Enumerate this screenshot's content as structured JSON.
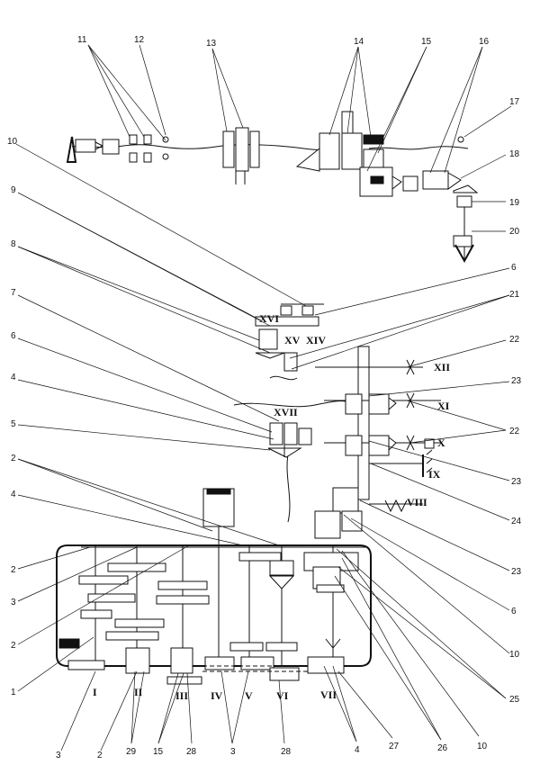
{
  "callouts": [
    {
      "id": "c11",
      "text": "11"
    },
    {
      "id": "c12",
      "text": "12"
    },
    {
      "id": "c13",
      "text": "13"
    },
    {
      "id": "c14",
      "text": "14"
    },
    {
      "id": "c15a",
      "text": "15"
    },
    {
      "id": "c16",
      "text": "16"
    },
    {
      "id": "c17",
      "text": "17"
    },
    {
      "id": "c18",
      "text": "18"
    },
    {
      "id": "c19",
      "text": "19"
    },
    {
      "id": "c20",
      "text": "20"
    },
    {
      "id": "c10a",
      "text": "10"
    },
    {
      "id": "c9",
      "text": "9"
    },
    {
      "id": "c8",
      "text": "8"
    },
    {
      "id": "c6a",
      "text": "6"
    },
    {
      "id": "c21",
      "text": "21"
    },
    {
      "id": "c7",
      "text": "7"
    },
    {
      "id": "c22a",
      "text": "22"
    },
    {
      "id": "c6b",
      "text": "6"
    },
    {
      "id": "c23a",
      "text": "23"
    },
    {
      "id": "c4a",
      "text": "4"
    },
    {
      "id": "c22b",
      "text": "22"
    },
    {
      "id": "c5",
      "text": "5"
    },
    {
      "id": "c23b",
      "text": "23"
    },
    {
      "id": "c2a",
      "text": "2"
    },
    {
      "id": "c24",
      "text": "24"
    },
    {
      "id": "c4b",
      "text": "4"
    },
    {
      "id": "c23c",
      "text": "23"
    },
    {
      "id": "c2b",
      "text": "2"
    },
    {
      "id": "c3a",
      "text": "3"
    },
    {
      "id": "c6c",
      "text": "6"
    },
    {
      "id": "c2c",
      "text": "2"
    },
    {
      "id": "c10b",
      "text": "10"
    },
    {
      "id": "c1",
      "text": "1"
    },
    {
      "id": "c25",
      "text": "25"
    },
    {
      "id": "c3b",
      "text": "3"
    },
    {
      "id": "c2d",
      "text": "2"
    },
    {
      "id": "c29",
      "text": "29"
    },
    {
      "id": "c15b",
      "text": "15"
    },
    {
      "id": "c28a",
      "text": "28"
    },
    {
      "id": "c3c",
      "text": "3"
    },
    {
      "id": "c28b",
      "text": "28"
    },
    {
      "id": "c4c",
      "text": "4"
    },
    {
      "id": "c27",
      "text": "27"
    },
    {
      "id": "c26",
      "text": "26"
    },
    {
      "id": "c10c",
      "text": "10"
    }
  ],
  "shafts": {
    "I": "I",
    "II": "II",
    "III": "III",
    "IV": "IV",
    "V": "V",
    "VI": "VI",
    "VII": "VII",
    "VIII": "VIII",
    "IX": "IX",
    "X": "X",
    "XI": "XI",
    "XII": "XII",
    "XIV": "XIV",
    "XV": "XV",
    "XVI": "XVI",
    "XVII": "XVII"
  }
}
